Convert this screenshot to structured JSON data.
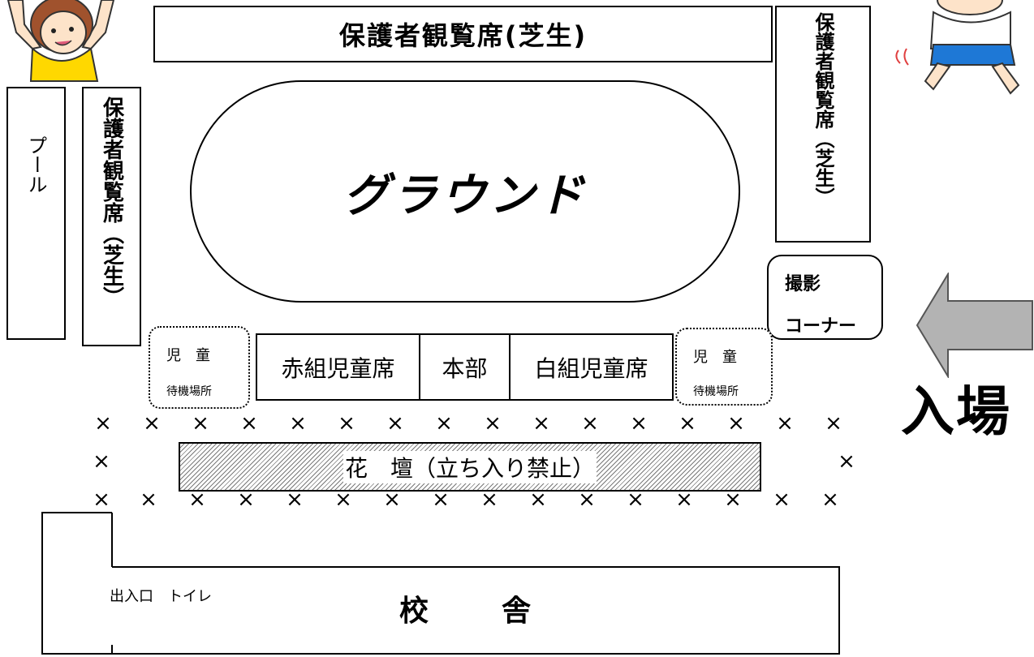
{
  "seating": {
    "top": "保護者観覧席(芝生)",
    "left": "保護者観覧席（芝生）",
    "right": "保護者観覧席（芝生）"
  },
  "pool": "プール",
  "ground": "グラウンド",
  "photo_corner": {
    "line1": "撮影",
    "line2": "コーナー"
  },
  "waiting": {
    "line1": "児　童",
    "line2": "待機場所"
  },
  "desks": {
    "red": "赤組児童席",
    "hq": "本部",
    "white": "白組児童席"
  },
  "entrance": "入場",
  "flowerbed": "花　壇（立ち入り禁止）",
  "marker": "×",
  "school": {
    "building": "校　　舎",
    "exit_toilet": "出入口　トイレ"
  },
  "colors": {
    "arrow": "#b3b3b3",
    "shirt_yellow": "#ffd800",
    "shorts_blue": "#1e78d6",
    "skin": "#fde3c9"
  }
}
